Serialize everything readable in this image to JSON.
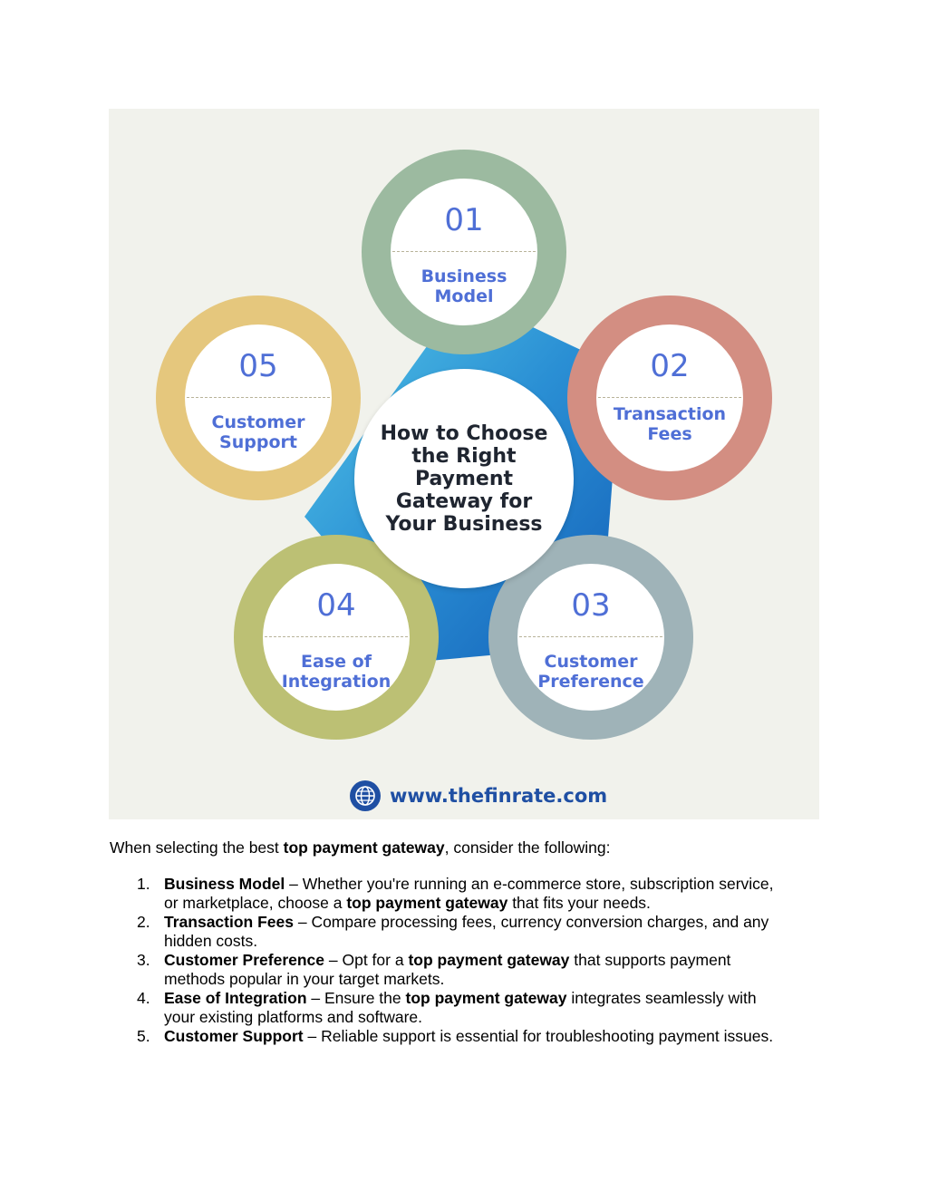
{
  "infographic": {
    "center_title": [
      "How to Choose",
      "the Right",
      "Payment",
      "Gateway for",
      "Your Business"
    ],
    "steps": [
      {
        "number": "01",
        "label_lines": [
          "Business",
          "Model"
        ],
        "ring_color": "#9cbaa0"
      },
      {
        "number": "02",
        "label_lines": [
          "Transaction",
          "Fees"
        ],
        "ring_color": "#d38e82"
      },
      {
        "number": "03",
        "label_lines": [
          "Customer",
          "Preference"
        ],
        "ring_color": "#9fb3b8"
      },
      {
        "number": "04",
        "label_lines": [
          "Ease of",
          "Integration"
        ],
        "ring_color": "#bcc074"
      },
      {
        "number": "05",
        "label_lines": [
          "Customer",
          "Support"
        ],
        "ring_color": "#e5c77d"
      }
    ],
    "website": "www.thefinrate.com",
    "globe_icon": "globe-icon",
    "accent_color": "#4f6fd6"
  },
  "article": {
    "intro_before": "When selecting the best ",
    "intro_bold": "top payment gateway",
    "intro_after": ", consider the following:",
    "items": [
      {
        "index": "1.",
        "title": "Business Model",
        "lines": [
          "– Whether you're running an e-commerce store, subscription service,",
          "or marketplace, choose a "
        ],
        "bold_mid": "top payment gateway",
        "after": " that fits your needs."
      },
      {
        "index": "2.",
        "title": "Transaction Fees",
        "text1": " – Compare processing fees, currency conversion charges, and any",
        "text2": "hidden costs."
      },
      {
        "index": "3.",
        "title": "Customer Preference",
        "pre": " – Opt for a ",
        "bold_mid": "top payment gateway",
        "post": " that supports payment",
        "line2": "methods popular in your target markets."
      },
      {
        "index": "4.",
        "title": "Ease of Integration",
        "pre": " – Ensure the ",
        "bold_mid": "top payment gateway",
        "post": " integrates seamlessly with",
        "line2": "your existing platforms and software."
      },
      {
        "index": "5.",
        "title": "Customer Support",
        "text1": " – Reliable support is essential for troubleshooting payment issues."
      }
    ]
  }
}
